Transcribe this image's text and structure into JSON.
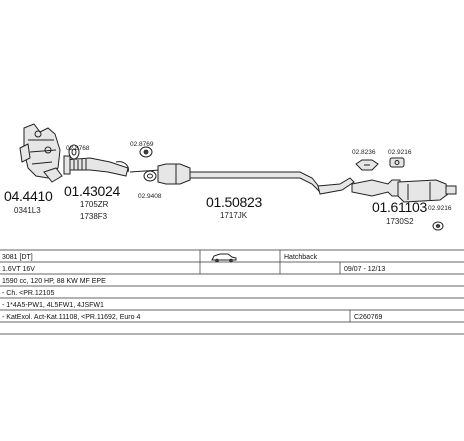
{
  "parts": {
    "manifold": {
      "number": "04.4410",
      "code": "0341L3"
    },
    "gasket_left": {
      "code": "02.8768"
    },
    "front_pipe": {
      "number": "01.43024",
      "code1": "1705ZR",
      "code2": "1738F3"
    },
    "clamp_left": {
      "code": "02.8769"
    },
    "gasket_mid": {
      "code": "02.9408"
    },
    "middle_silencer": {
      "number": "01.50823",
      "code": "1717JK"
    },
    "hanger1": {
      "code": "02.8236"
    },
    "hanger2": {
      "code": "02.9216"
    },
    "rear_silencer": {
      "number": "01.61103",
      "code": "1730S2"
    },
    "clamp_right": {
      "code": "02.9216"
    }
  },
  "vehicle": {
    "model": "3081 [DT]",
    "body": "Hatchback",
    "engine": "1.6VT  16V",
    "years": "09/07 - 12/13",
    "spec": "1590 cc, 120 HP, 88 KW MF EPE",
    "chassis": "- Ch. <PR.12105",
    "extra": "- 1*4A5-PW1, 4L5FW1, 4JSFW1",
    "catalyst": "- KatExol. Act-Kat.11108, <PR.11692, Euro 4",
    "catalog_code": "C260769"
  }
}
